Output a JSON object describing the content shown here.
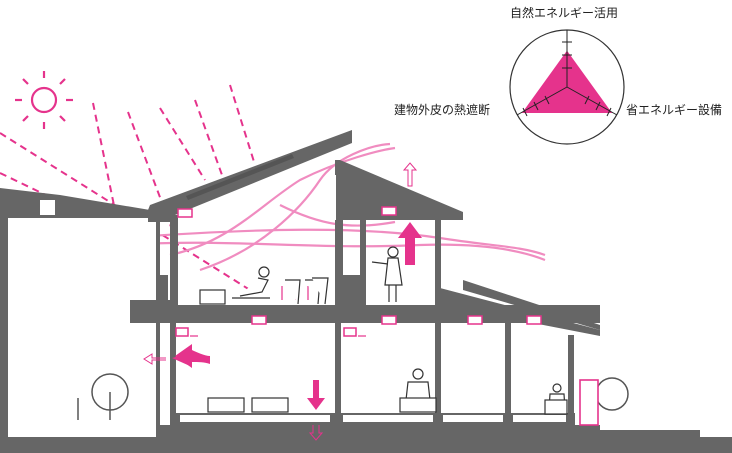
{
  "labels": {
    "natural_energy": "自然エネルギー活用",
    "thermal_barrier": "建物外皮の熱遮断",
    "energy_saving": "省エネルギー設備"
  },
  "radar_levels": {
    "natural_energy": 0.7,
    "thermal_barrier": 1.0,
    "energy_saving": 1.0
  },
  "colors": {
    "accent": "#e5338c",
    "accent_light": "#f08cc0",
    "wall": "#666666",
    "wall_dark": "#555555"
  },
  "icons": [
    "sun-icon",
    "ventilation-arrow-icon",
    "air-vent-icon",
    "person-icon",
    "chair-icon"
  ]
}
